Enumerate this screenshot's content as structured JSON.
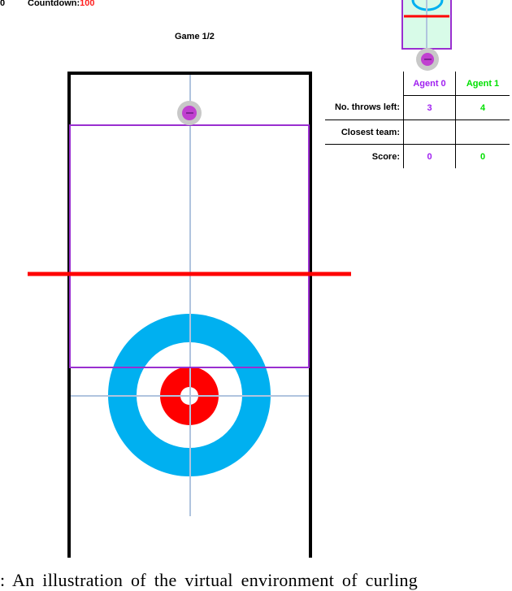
{
  "hud": {
    "countdown_prefix": "0",
    "countdown_label": "Countdown:",
    "countdown_value": "100",
    "game_label": "Game 1/2"
  },
  "scoreboard": {
    "columns": [
      "Agent 0",
      "Agent 1"
    ],
    "rows": [
      {
        "label": "No. throws left:",
        "values": [
          "3",
          "4"
        ]
      },
      {
        "label": "Closest team:",
        "values": [
          "",
          ""
        ]
      },
      {
        "label": "Score:",
        "values": [
          "0",
          "0"
        ]
      }
    ]
  },
  "caption": ": An illustration of the virtual environment of curling",
  "colors": {
    "agent0": "#a020f0",
    "agent1": "#00e000",
    "countdown_value": "#ff2020",
    "house_outer": "#00b0f0",
    "house_inner": "#ff0000",
    "hog_line": "#ff0000",
    "target_box": "#9a2fd0",
    "centerline": "#b0c4de",
    "minimap_bg": "#d8fbe8",
    "stone_body": "#c8c8c8",
    "stone_handle": "#c040d0"
  }
}
